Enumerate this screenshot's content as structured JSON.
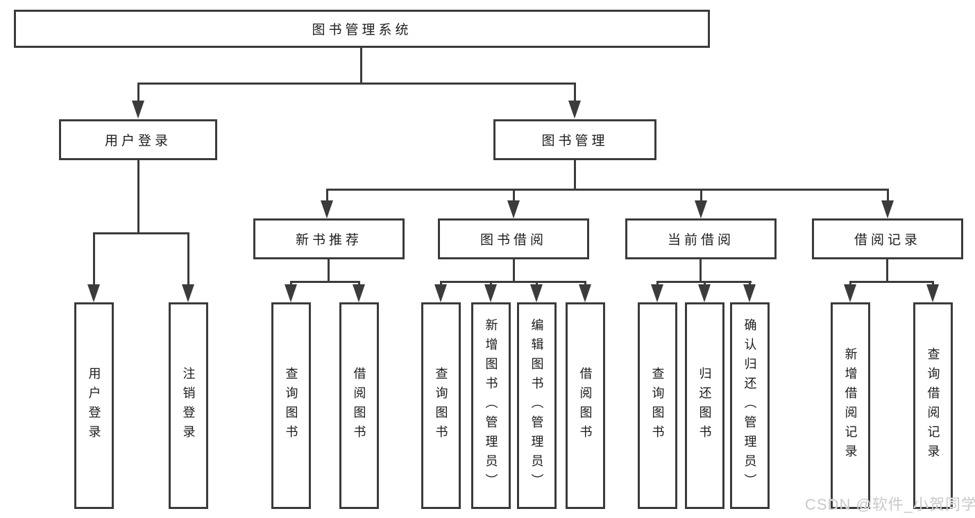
{
  "nodes": {
    "root": "图书管理系统",
    "level2": [
      {
        "label": "用户登录"
      },
      {
        "label": "图书管理"
      }
    ],
    "level3": [
      {
        "label": "新书推荐"
      },
      {
        "label": "图书借阅"
      },
      {
        "label": "当前借阅"
      },
      {
        "label": "借阅记录"
      }
    ],
    "leaves": [
      {
        "label": "用户登录"
      },
      {
        "label": "注销登录"
      },
      {
        "label": "查询图书"
      },
      {
        "label": "借阅图书"
      },
      {
        "label": "查询图书"
      },
      {
        "label": "新增图书（管理员）"
      },
      {
        "label": "编辑图书（管理员）"
      },
      {
        "label": "借阅图书"
      },
      {
        "label": "查询图书"
      },
      {
        "label": "归还图书"
      },
      {
        "label": "确认归还（管理员）"
      },
      {
        "label": "新增借阅记录"
      },
      {
        "label": "查询借阅记录"
      }
    ]
  },
  "watermark": "CSDN @软件_小贺同学",
  "colors": {
    "line": "#3b3b3b",
    "text": "#1c1c1c",
    "background": "#ffffff",
    "watermark": "#c9c9c9"
  }
}
